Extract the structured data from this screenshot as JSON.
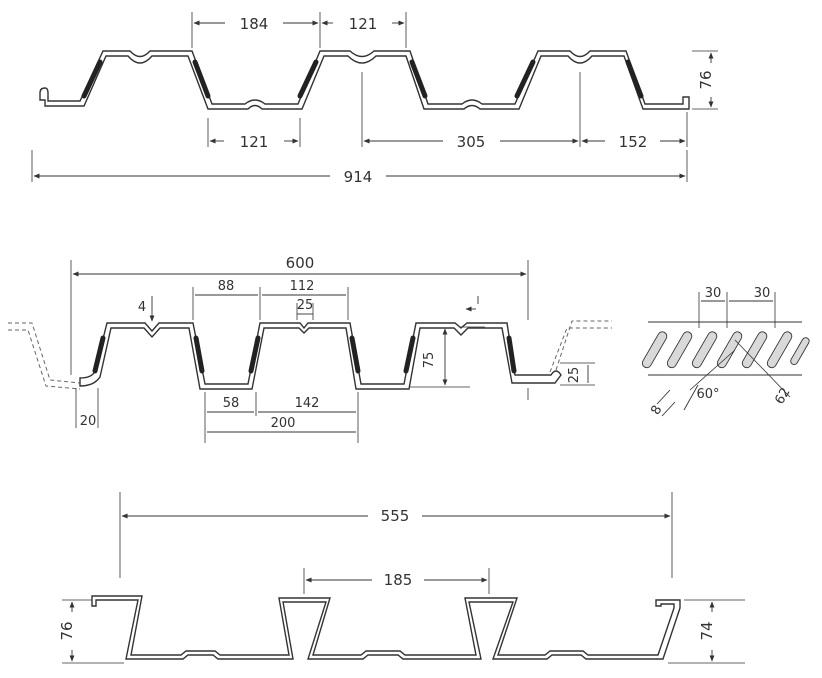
{
  "labels": {
    "profile1": {
      "top_pitch": "184",
      "top_rib": "121",
      "bottom_rib": "121",
      "bottom_pitch": "305",
      "bottom_end": "152",
      "cover_width": "914",
      "height": "76"
    },
    "profile2": {
      "cover_width": "600",
      "top_flange": "88",
      "top_rib": "112",
      "stiffener": "25",
      "thickness_mark": "4",
      "height": "75",
      "edge_height": "25",
      "edge_width": "20",
      "bottom_flange": "58",
      "web_span": "142",
      "pitch": "200"
    },
    "embossment": {
      "spacing_a": "30",
      "spacing_b": "30",
      "angle": "60°",
      "length": "62",
      "depth": "8"
    },
    "profile3": {
      "cover_width": "555",
      "pitch": "185",
      "height_left": "76",
      "height_right": "74"
    }
  }
}
